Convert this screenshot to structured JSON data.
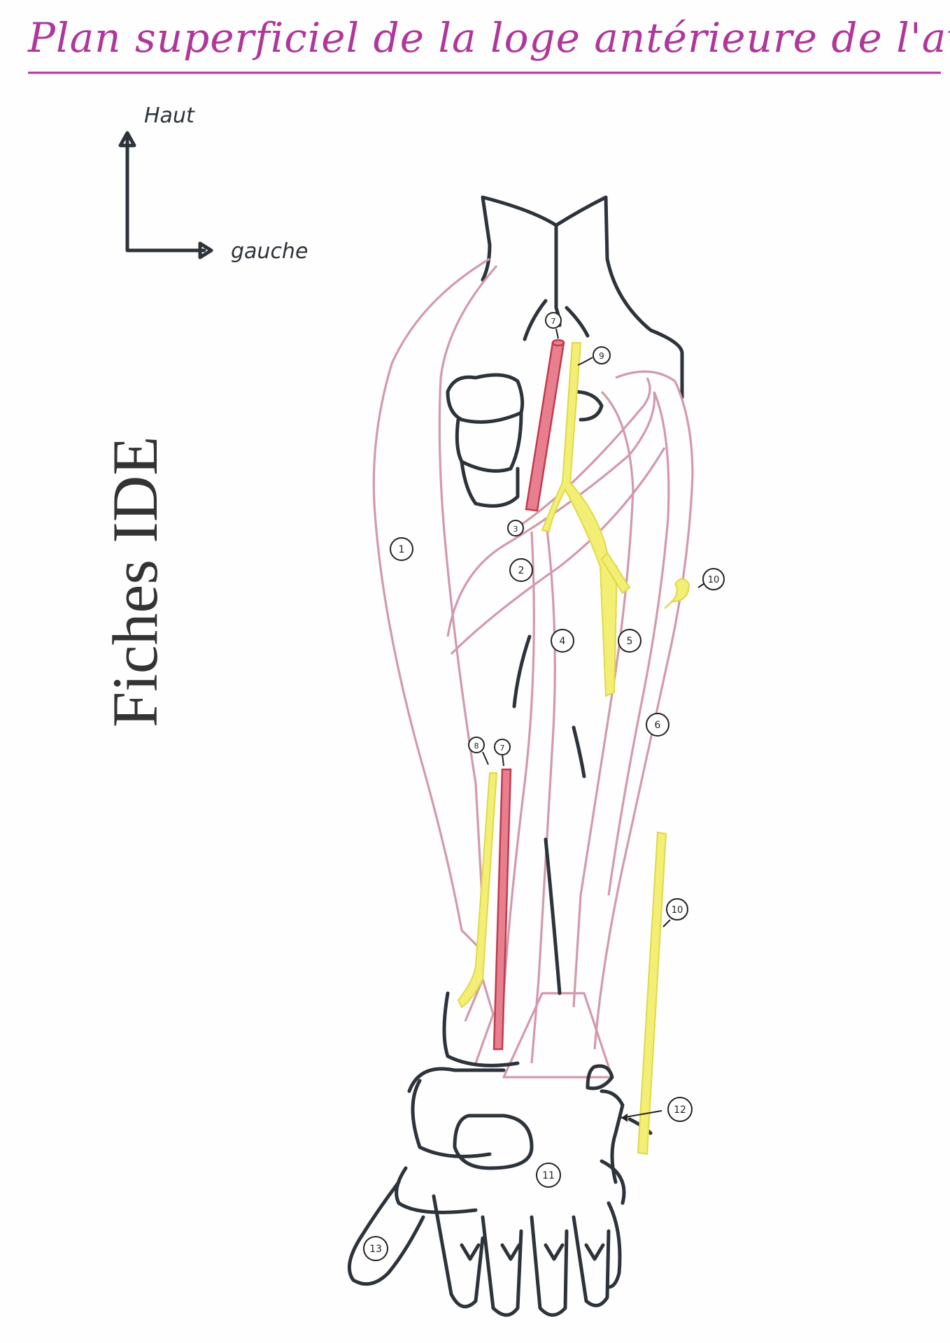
{
  "title": "Plan superficiel de la loge antérieure de l'avant-bras",
  "orientation": {
    "up": "Haut",
    "left": "gauche"
  },
  "watermark": "Fiches IDE",
  "labels": {
    "n1": "1",
    "n2": "2",
    "n3": "3",
    "n4": "4",
    "n5": "5",
    "n6": "6",
    "n7a": "7",
    "n7b": "7",
    "n8": "8",
    "n9": "9",
    "n10a": "10",
    "n10b": "10",
    "n11": "11",
    "n12": "12",
    "n13": "13"
  },
  "colors": {
    "title": "#b0379a",
    "muscle": "#d29aab",
    "nerve": "#f3ee74",
    "artery": "#e77f8f",
    "bone_ink": "#2d333b"
  }
}
